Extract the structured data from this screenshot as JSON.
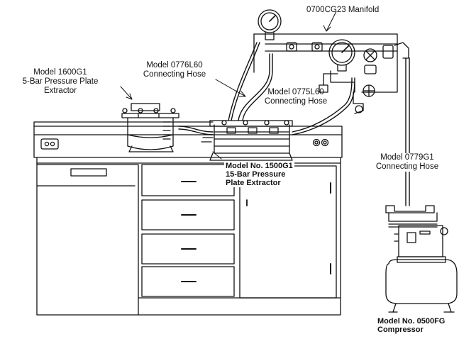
{
  "labels": {
    "manifold": "0700CG23 Manifold",
    "extractor_5bar": [
      "Model 1600G1",
      "5-Bar Pressure Plate",
      "Extractor"
    ],
    "hose_0776": [
      "Model 0776L60",
      "Connecting Hose"
    ],
    "hose_0775": [
      "Model 0775L60",
      "Connecting Hose"
    ],
    "hose_0779": [
      "Model 0779G1",
      "Connecting Hose"
    ],
    "extractor_15bar": [
      "Model No. 1500G1",
      "15-Bar Pressure",
      "Plate Extractor"
    ],
    "compressor": [
      "Model No. 0500FG",
      "Compressor"
    ]
  }
}
